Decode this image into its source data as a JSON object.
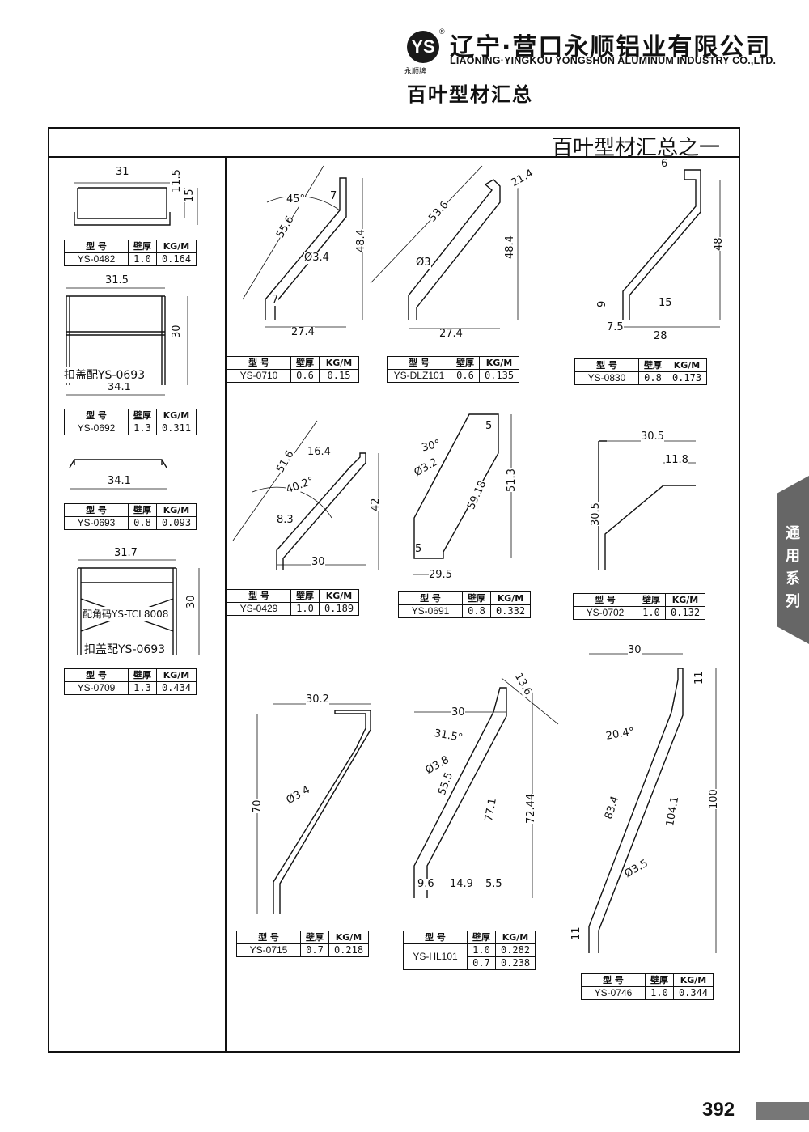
{
  "header": {
    "brand_mark": "YS",
    "brand_small": "永顺牌",
    "registered": "®",
    "company_cn": "辽宁·营口永顺铝业有限公司",
    "company_en": "LIAONING·YINGKOU YONGSHUN ALUMINUM INDUSTRY CO.,LTD.",
    "page_title": "百叶型材汇总"
  },
  "section_title": "百叶型材汇总之一",
  "side_tab": "通用系列",
  "page_number": "392",
  "table_headers": {
    "model": "型 号",
    "thickness": "壁厚",
    "weight": "KG/M"
  },
  "profiles": [
    {
      "id": "YS-0482",
      "thickness": "1.0",
      "weight": "0.164",
      "dims": [
        "31",
        "11.5",
        "15"
      ]
    },
    {
      "id": "YS-0692",
      "thickness": "1.3",
      "weight": "0.311",
      "dims": [
        "31.5",
        "30",
        "34.1"
      ],
      "note": "扣盖配YS-0693"
    },
    {
      "id": "YS-0693",
      "thickness": "0.8",
      "weight": "0.093",
      "dims": [
        "34.1"
      ]
    },
    {
      "id": "YS-0709",
      "thickness": "1.3",
      "weight": "0.434",
      "dims": [
        "31.7",
        "30"
      ],
      "note": "扣盖配YS-0693",
      "note2": "配角码YS-TCL8008"
    },
    {
      "id": "YS-0710",
      "thickness": "0.6",
      "weight": "0.15",
      "dims": [
        "45°",
        "7",
        "55.6",
        "48.4",
        "Ø3.4",
        "7",
        "27.4"
      ]
    },
    {
      "id": "YS-DLZ101",
      "thickness": "0.6",
      "weight": "0.135",
      "dims": [
        "53.6",
        "21.4",
        "Ø3",
        "48.4",
        "27.4"
      ]
    },
    {
      "id": "YS-0830",
      "thickness": "0.8",
      "weight": "0.173",
      "dims": [
        "6",
        "48",
        "9",
        "15",
        "7.5",
        "28"
      ]
    },
    {
      "id": "YS-0429",
      "thickness": "1.0",
      "weight": "0.189",
      "dims": [
        "51.6",
        "16.4",
        "40.2°",
        "8.3",
        "42",
        "30"
      ]
    },
    {
      "id": "YS-0691",
      "thickness": "0.8",
      "weight": "0.332",
      "dims": [
        "5",
        "30°",
        "Ø3.2",
        "59.18",
        "51.3",
        "5",
        "29.5"
      ]
    },
    {
      "id": "YS-0702",
      "thickness": "1.0",
      "weight": "0.132",
      "dims": [
        "30.5",
        "11.8",
        "30.5"
      ]
    },
    {
      "id": "YS-0715",
      "thickness": "0.7",
      "weight": "0.218",
      "dims": [
        "30.2",
        "70",
        "Ø3.4"
      ]
    },
    {
      "id": "YS-HL101",
      "thickness": "1.0",
      "weight": "0.282",
      "thickness2": "0.7",
      "weight2": "0.238",
      "dims": [
        "13.6",
        "30",
        "31.5°",
        "Ø3.8",
        "55.5",
        "77.1",
        "72.44",
        "9.6",
        "14.9",
        "5.5"
      ]
    },
    {
      "id": "YS-0746",
      "thickness": "1.0",
      "weight": "0.344",
      "dims": [
        "30",
        "11",
        "20.4°",
        "83.4",
        "104.1",
        "100",
        "Ø3.5",
        "11"
      ]
    }
  ]
}
